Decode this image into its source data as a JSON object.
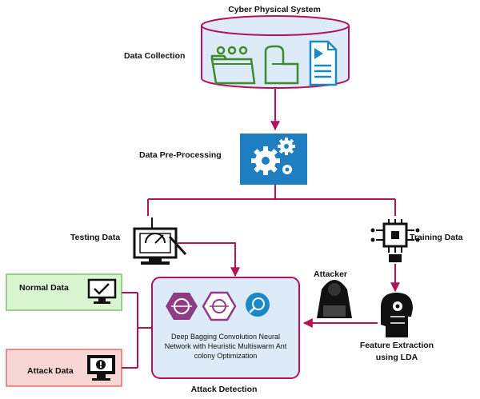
{
  "diagram": {
    "title": "Cyber Physical System",
    "data_collection": "Data Collection",
    "preprocessing": "Data Pre-Processing",
    "testing_data": "Testing Data",
    "training_data": "Training Data",
    "attacker": "Attacker",
    "feature_extraction_line1": "Feature Extraction",
    "feature_extraction_line2": "using LDA",
    "model_line1": "Deep Bagging Convolution Neural",
    "model_line2": "Network with Heuristic Multiswarm Ant",
    "model_line3": "colony Optimization",
    "attack_detection": "Attack Detection",
    "normal_data": "Normal Data",
    "attack_data": "Attack Data"
  },
  "colors": {
    "connector": "#b5125a",
    "gear_box": "#1f7ec1",
    "db_fill": "#dcebf7",
    "model_fill": "#dcebf7",
    "normal_fill": "#d9f5d1",
    "normal_border": "#7cc46a",
    "attack_fill": "#f8d6d3",
    "attack_border": "#e07070",
    "icon_green": "#3f8a2a",
    "icon_purple": "#8e3c84",
    "icon_blue": "#1a88c9"
  }
}
